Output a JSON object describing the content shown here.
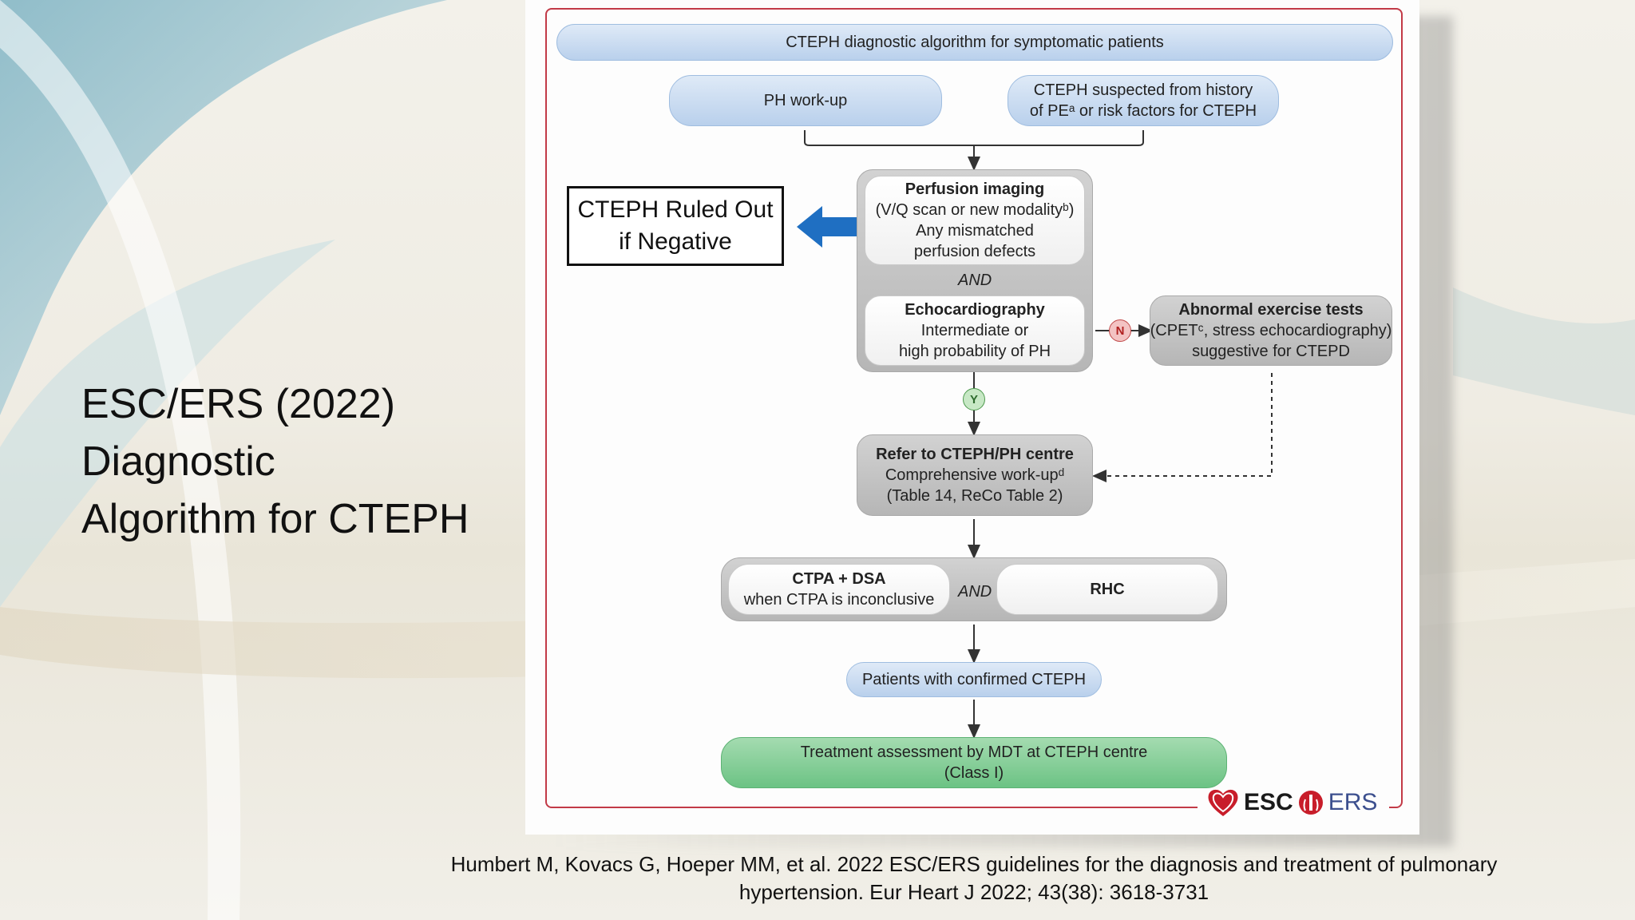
{
  "slide": {
    "title_lines": [
      "ESC/ERS (2022)",
      "Diagnostic",
      "Algorithm for CTEPH"
    ],
    "citation_lines": [
      "Humbert M, Kovacs G, Hoeper MM, et al. 2022 ESC/ERS guidelines for the diagnosis and treatment of pulmonary",
      "hypertension. Eur Heart J 2022; 43(38): 3618-3731"
    ],
    "annotation_lines": [
      "CTEPH Ruled Out",
      "if Negative"
    ]
  },
  "diagram": {
    "header": "CTEPH diagnostic algorithm for symptomatic patients",
    "ph_workup": "PH work-up",
    "suspected_lines": [
      "CTEPH suspected from history",
      "of PEᵃ or risk factors for CTEPH"
    ],
    "perfusion_lines": [
      "Perfusion imaging",
      "(V/Q scan or new modalityᵇ)",
      "Any mismatched",
      "perfusion defects"
    ],
    "and_label": "AND",
    "echo_lines": [
      "Echocardiography",
      "Intermediate or",
      "high probability of PH"
    ],
    "exercise_lines": [
      "Abnormal exercise tests",
      "(CPETᶜ, stress echocardiography)",
      "suggestive for CTEPD"
    ],
    "no_label": "N",
    "yes_label": "Y",
    "refer_lines": [
      "Refer to CTEPH/PH centre",
      "Comprehensive work-upᵈ",
      "(Table 14, ReCo Table 2)"
    ],
    "ctpa_lines": [
      "CTPA + DSA",
      "when CTPA is inconclusive"
    ],
    "rhc": "RHC",
    "confirmed": "Patients with confirmed CTEPH",
    "treatment_lines": [
      "Treatment assessment by MDT at CTEPH centre",
      "(Class I)"
    ]
  },
  "logo": {
    "esc": "ESC",
    "ers": "ERS"
  },
  "colors": {
    "frame": "#c23a47",
    "blue_arrow": "#1f6fc2",
    "treatment_green": "#6cc384"
  }
}
